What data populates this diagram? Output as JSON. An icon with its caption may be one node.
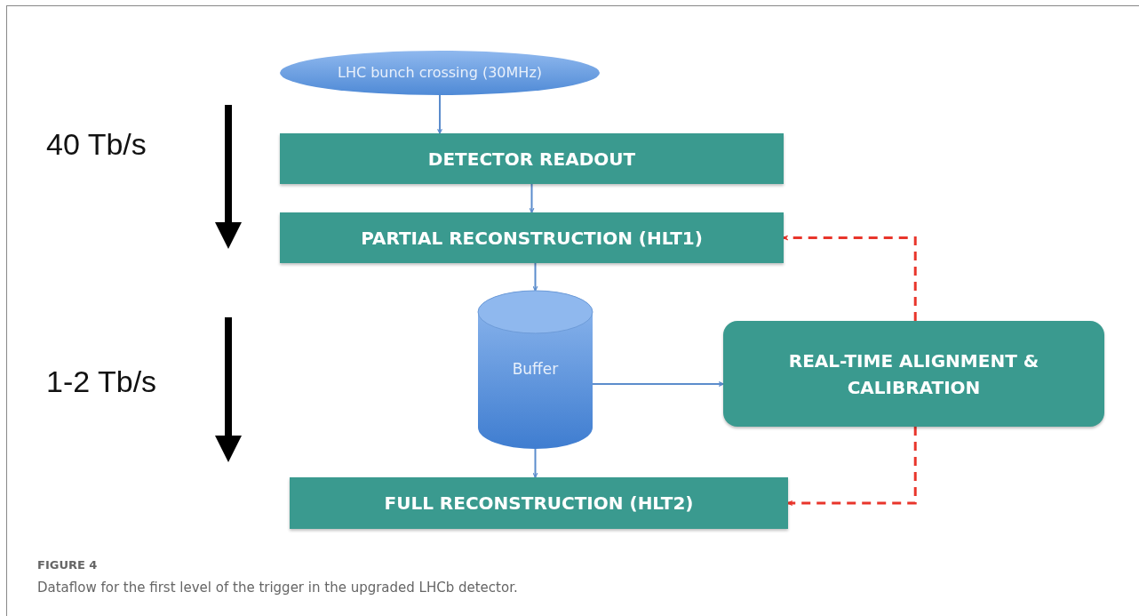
{
  "diagram": {
    "title": "FIGURE 4",
    "caption": "Dataflow for the first level of the trigger in the upgraded LHCb detector.",
    "nodes": [
      {
        "text": [
          "LHC bunch crossing (30MHz)"
        ]
      },
      {
        "text": [
          "DETECTOR READOUT"
        ]
      },
      {
        "text": [
          "PARTIAL RECONSTRUCTION (HLT1)"
        ]
      },
      {
        "text": [
          "Buffer"
        ]
      },
      {
        "text": [
          "REAL-TIME ALIGNMENT & CALIBRATION"
        ]
      },
      {
        "text": [
          "FULL RECONSTRUCTION (HLT2)"
        ]
      }
    ],
    "edges": [
      {
        "from": 0,
        "to": 1,
        "arrow": "to"
      },
      {
        "from": 1,
        "to": 2,
        "arrow": "to"
      },
      {
        "from": 2,
        "to": 3,
        "arrow": "to"
      },
      {
        "from": 3,
        "to": 4,
        "arrow": "to"
      },
      {
        "from": 3,
        "to": 5,
        "arrow": "to"
      },
      {
        "from": 4,
        "to": 2,
        "arrow": "to",
        "style": "dashed",
        "color": "#e8352b"
      },
      {
        "from": 4,
        "to": 5,
        "arrow": "to",
        "style": "dashed",
        "color": "#e8352b"
      }
    ],
    "labels": [
      "40 Tb/s",
      "1-2 Tb/s"
    ]
  }
}
